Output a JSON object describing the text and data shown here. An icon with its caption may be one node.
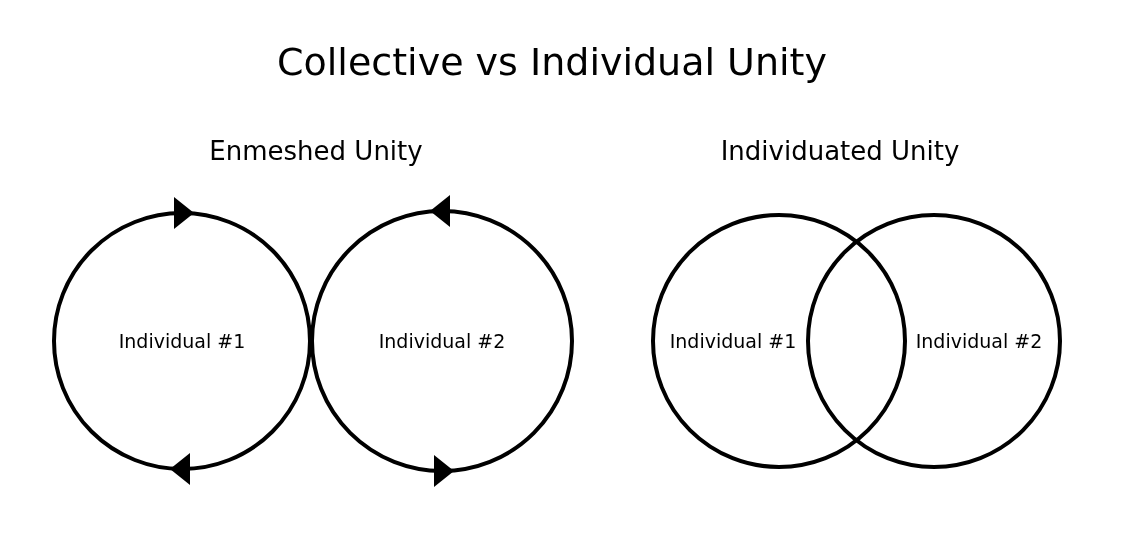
{
  "diagram": {
    "title": "Collective vs Individual Unity",
    "nodes": [
      {
        "text": [
          "Individual #1"
        ]
      },
      {
        "text": [
          "Individual #2"
        ]
      },
      {
        "text": [
          "Individual #1"
        ]
      },
      {
        "text": [
          "Individual #2"
        ]
      }
    ],
    "labels": [
      "Enmeshed Unity",
      "Individuated Unity"
    ]
  }
}
